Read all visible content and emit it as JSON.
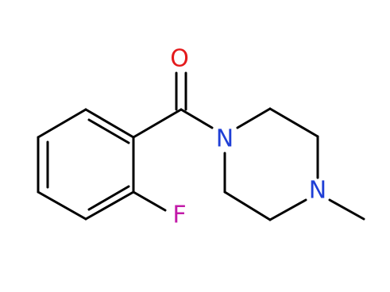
{
  "molecule": {
    "atoms": {
      "oxygen": {
        "symbol": "O",
        "color": "#e41a1c"
      },
      "nitrogen_amide": {
        "symbol": "N",
        "color": "#1f3fd6"
      },
      "nitrogen_methyl": {
        "symbol": "N",
        "color": "#1f3fd6"
      },
      "fluorine": {
        "symbol": "F",
        "color": "#c21aa8"
      }
    }
  }
}
